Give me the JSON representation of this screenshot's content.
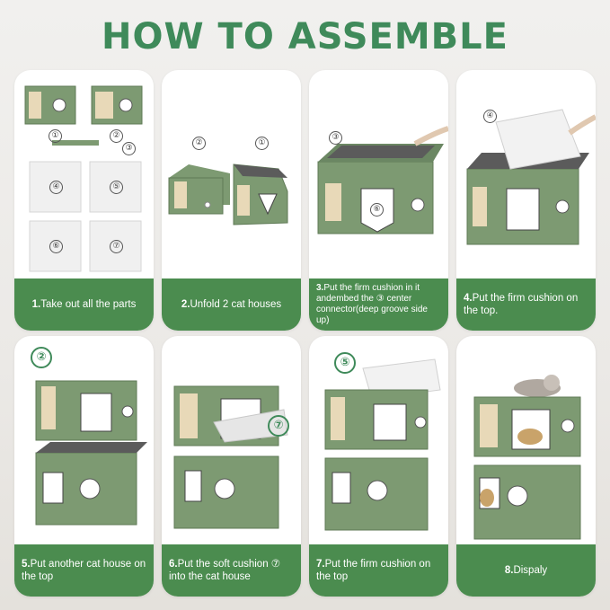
{
  "title": "HOW TO ASSEMBLE",
  "steps": [
    {
      "num": "1.",
      "text": "Take out all the parts"
    },
    {
      "num": "2.",
      "text": "Unfold 2 cat houses"
    },
    {
      "num": "3.",
      "text": "Put the firm cushion in it andembed the ③ center connector(deep groove side up)"
    },
    {
      "num": "4.",
      "text": "Put the firm cushion on the top."
    },
    {
      "num": "5.",
      "text": "Put another cat house on the top"
    },
    {
      "num": "6.",
      "text": "Put the soft cushion ⑦ into the cat house"
    },
    {
      "num": "7.",
      "text": "Put the firm cushion on the top"
    },
    {
      "num": "8.",
      "text": "Dispaly"
    }
  ],
  "labels": {
    "p1": "①",
    "p2": "②",
    "p3": "③",
    "p4": "④",
    "p5": "⑤",
    "p6": "⑥",
    "p7": "⑦"
  },
  "colors": {
    "accent": "#3f8a5a",
    "bar": "#4b8c4f",
    "house": "#7d9a72",
    "scratch": "#e8d9b8"
  }
}
